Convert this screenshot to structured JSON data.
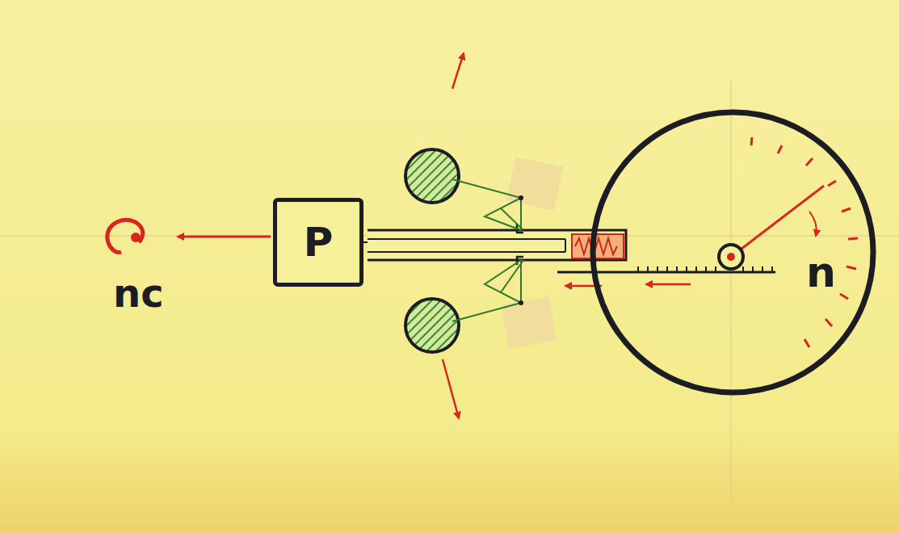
{
  "diagram": {
    "nodes": [
      {
        "text": [
          "P"
        ]
      },
      {
        "text": [
          "n"
        ]
      }
    ],
    "edges": [
      {
        "from": 1,
        "to": 0,
        "arrow": "none"
      }
    ],
    "labels": [
      "nc"
    ]
  }
}
